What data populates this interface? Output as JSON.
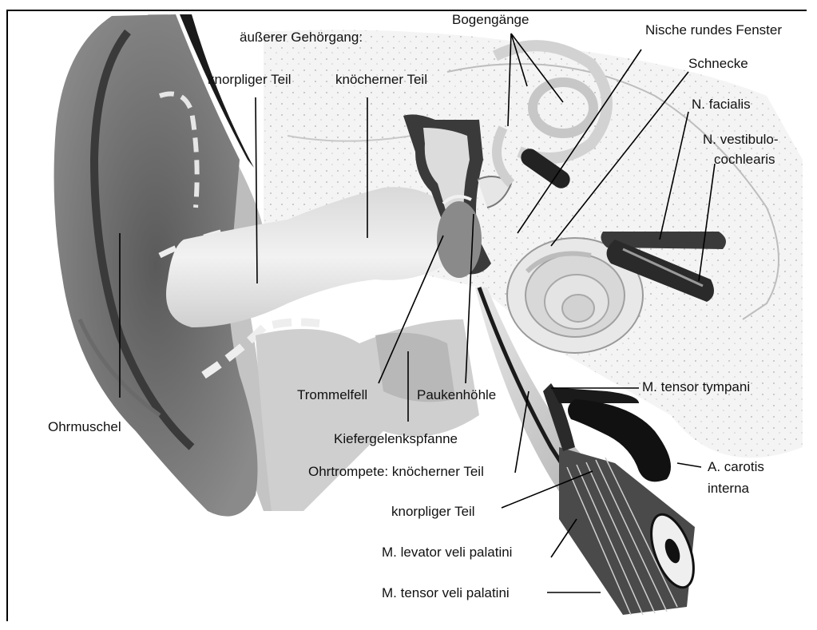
{
  "labels": {
    "aeusserer_gehoergang": "äußerer Gehörgang:",
    "knorpliger_teil_top": "knorpliger Teil",
    "knoecherner_teil": "knöcherner Teil",
    "bogengaenge": "Bogengänge",
    "nische_rundes_fenster": "Nische rundes Fenster",
    "schnecke": "Schnecke",
    "n_facialis": "N. facialis",
    "n_vestibulo_1": "N. vestibulo-",
    "n_vestibulo_2": "cochlearis",
    "ohrmuschel": "Ohrmuschel",
    "trommelfell": "Trommelfell",
    "paukenhoehle": "Paukenhöhle",
    "m_tensor_tympani": "M. tensor tympani",
    "kiefergelenkspfanne": "Kiefergelenkspfanne",
    "ohrtrompete": "Ohrtrompete: knöcherner Teil",
    "a_carotis_1": "A. carotis",
    "a_carotis_2": "interna",
    "knorpliger_teil_bottom": "knorpliger Teil",
    "m_levator": "M. levator veli palatini",
    "m_tensor_veli": "M. tensor veli palatini"
  }
}
